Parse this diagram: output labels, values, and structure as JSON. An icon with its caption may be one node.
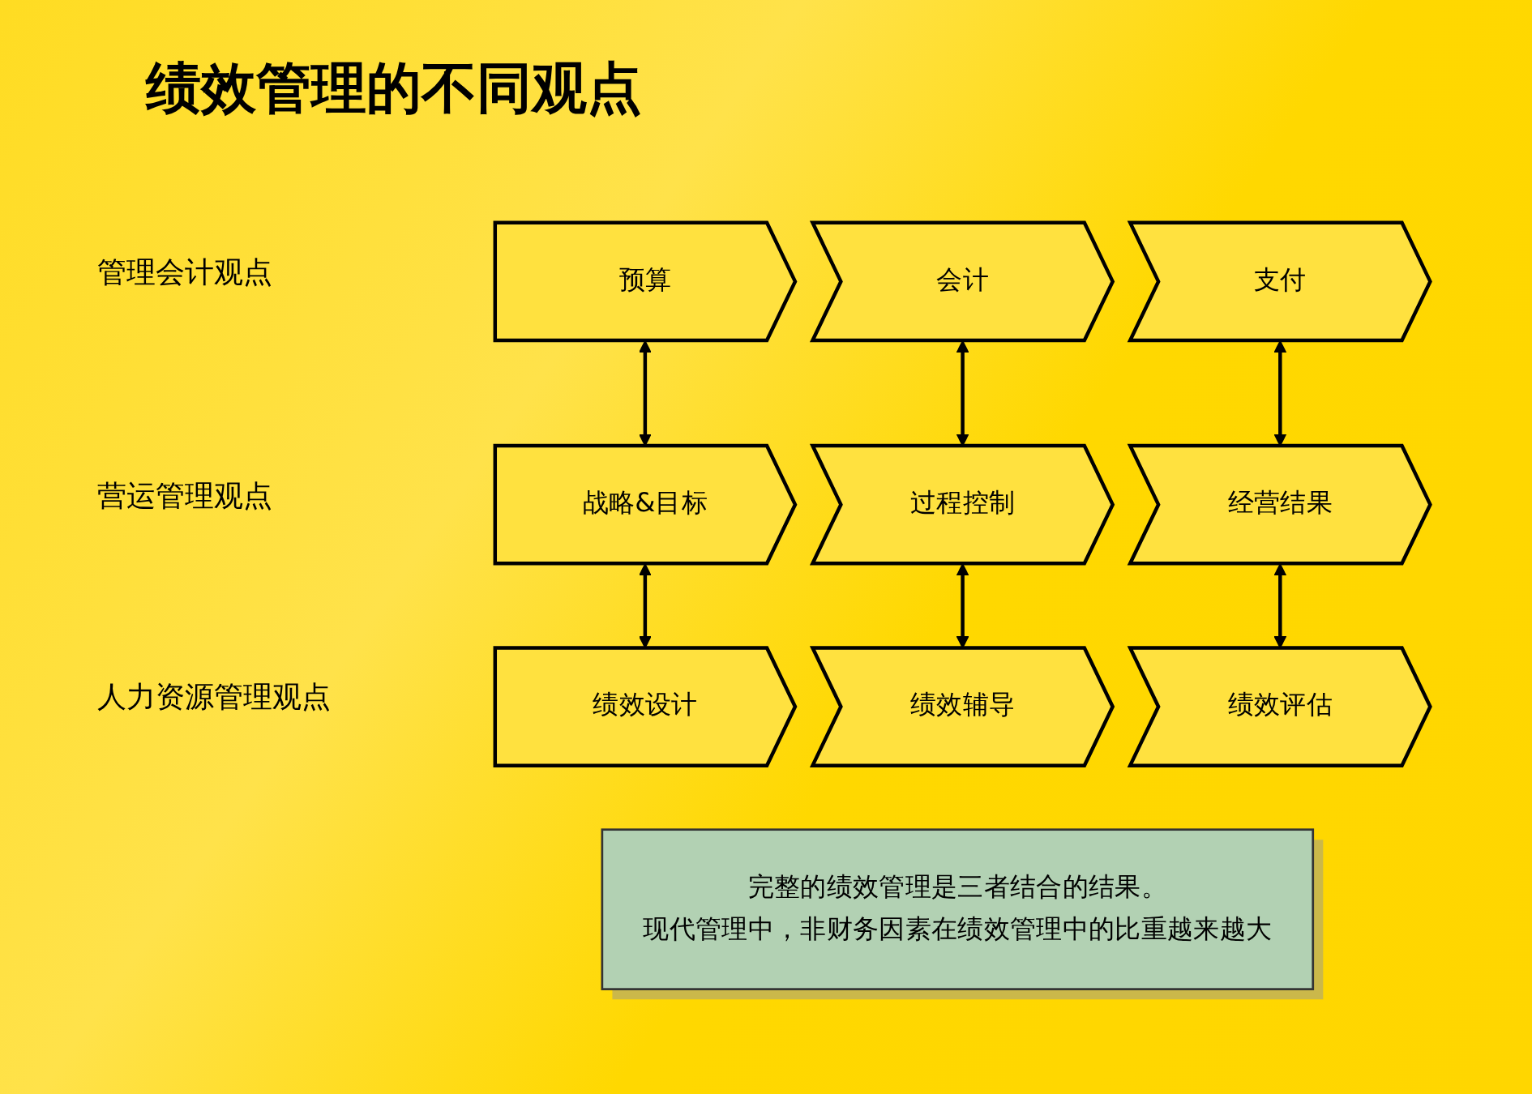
{
  "diagram": {
    "title": "绩效管理的不同观点",
    "nodes": [
      {
        "text": [
          "预算"
        ]
      },
      {
        "text": [
          "会计"
        ]
      },
      {
        "text": [
          "支付"
        ]
      },
      {
        "text": [
          "战略&目标"
        ]
      },
      {
        "text": [
          "过程控制"
        ]
      },
      {
        "text": [
          "经营结果"
        ]
      },
      {
        "text": [
          "绩效设计"
        ]
      },
      {
        "text": [
          "绩效辅导"
        ]
      },
      {
        "text": [
          "绩效评估"
        ]
      },
      {
        "text": [
          "完整的绩效管理是三者结合的结果。",
          "现代管理中，非财务因素在绩效管理中的比重越来越大"
        ]
      }
    ],
    "edges": [
      {
        "from": 0,
        "to": 3,
        "arrow": "both"
      },
      {
        "from": 1,
        "to": 4,
        "arrow": "both"
      },
      {
        "from": 2,
        "to": 5,
        "arrow": "both"
      },
      {
        "from": 3,
        "to": 6,
        "arrow": "both"
      },
      {
        "from": 4,
        "to": 7,
        "arrow": "both"
      },
      {
        "from": 5,
        "to": 8,
        "arrow": "both"
      }
    ],
    "labels": [
      "管理会计观点",
      "营运管理观点",
      "人力资源管理观点"
    ]
  }
}
